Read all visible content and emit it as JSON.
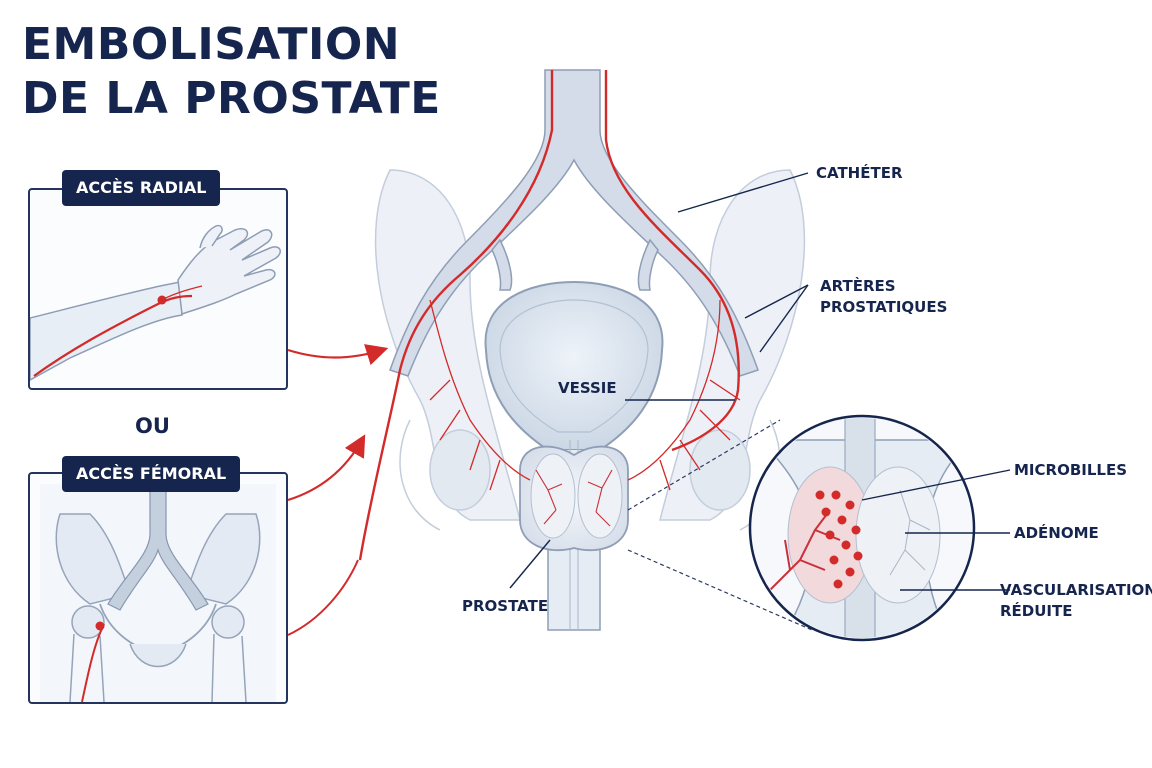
{
  "title": {
    "line1": "EMBOLISATION",
    "line2": "DE LA PROSTATE"
  },
  "panels": {
    "radial": {
      "label": "ACCÈS RADIAL"
    },
    "femoral": {
      "label": "ACCÈS FÉMORAL"
    },
    "separator": "OU"
  },
  "labels": {
    "catheter": "CATHÉTER",
    "arteres_line1": "ARTÈRES",
    "arteres_line2": "PROSTATIQUES",
    "vessie": "VESSIE",
    "prostate": "PROSTATE",
    "microbilles": "MICROBILLES",
    "adenome": "ADÉNOME",
    "vasc_line1": "VASCULARISATION",
    "vasc_line2": "RÉDUITE"
  },
  "colors": {
    "navy": "#15254d",
    "artery_red": "#d32a2a",
    "tissue_blue": "#dde5ef",
    "outline": "#9aaac0"
  }
}
